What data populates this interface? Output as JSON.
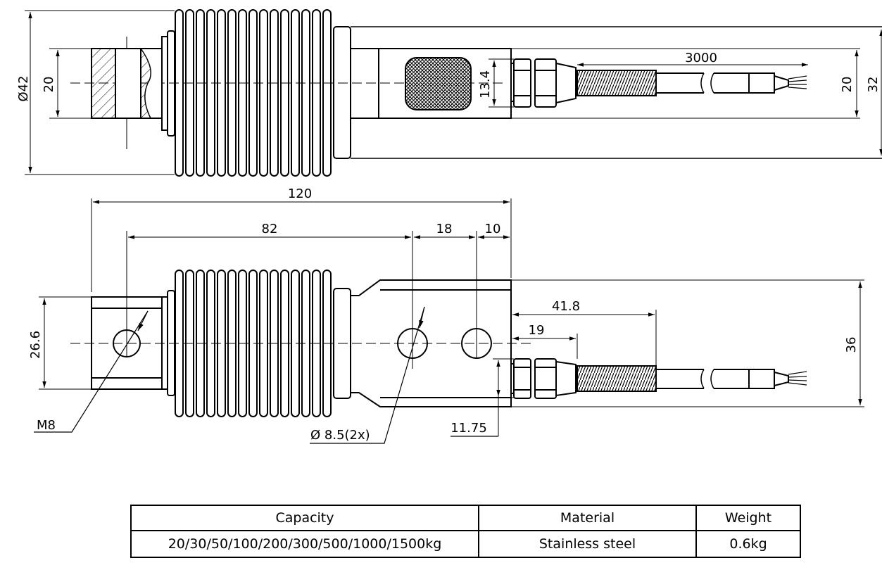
{
  "drawing": {
    "top_view": {
      "dim_diameter": "Ø42",
      "dim_bore": "20",
      "dim_connector": "13.4",
      "dim_cable_length": "3000",
      "dim_right_inner": "20",
      "dim_right_outer": "32"
    },
    "side_view": {
      "dim_total_length": "120",
      "dim_hole_span": "82",
      "dim_hole_pitch": "18",
      "dim_end_offset": "10",
      "dim_height_left": "26.6",
      "dim_height_right": "36",
      "dim_cable_a": "41.8",
      "dim_cable_b": "19",
      "dim_cable_height": "11.75",
      "label_thread": "M8",
      "label_holes": "Ø 8.5(2x)"
    }
  },
  "spec_table": {
    "headers": [
      "Capacity",
      "Material",
      "Weight"
    ],
    "rows": [
      [
        "20/30/50/100/200/300/500/1000/1500kg",
        "Stainless steel",
        "0.6kg"
      ]
    ]
  }
}
